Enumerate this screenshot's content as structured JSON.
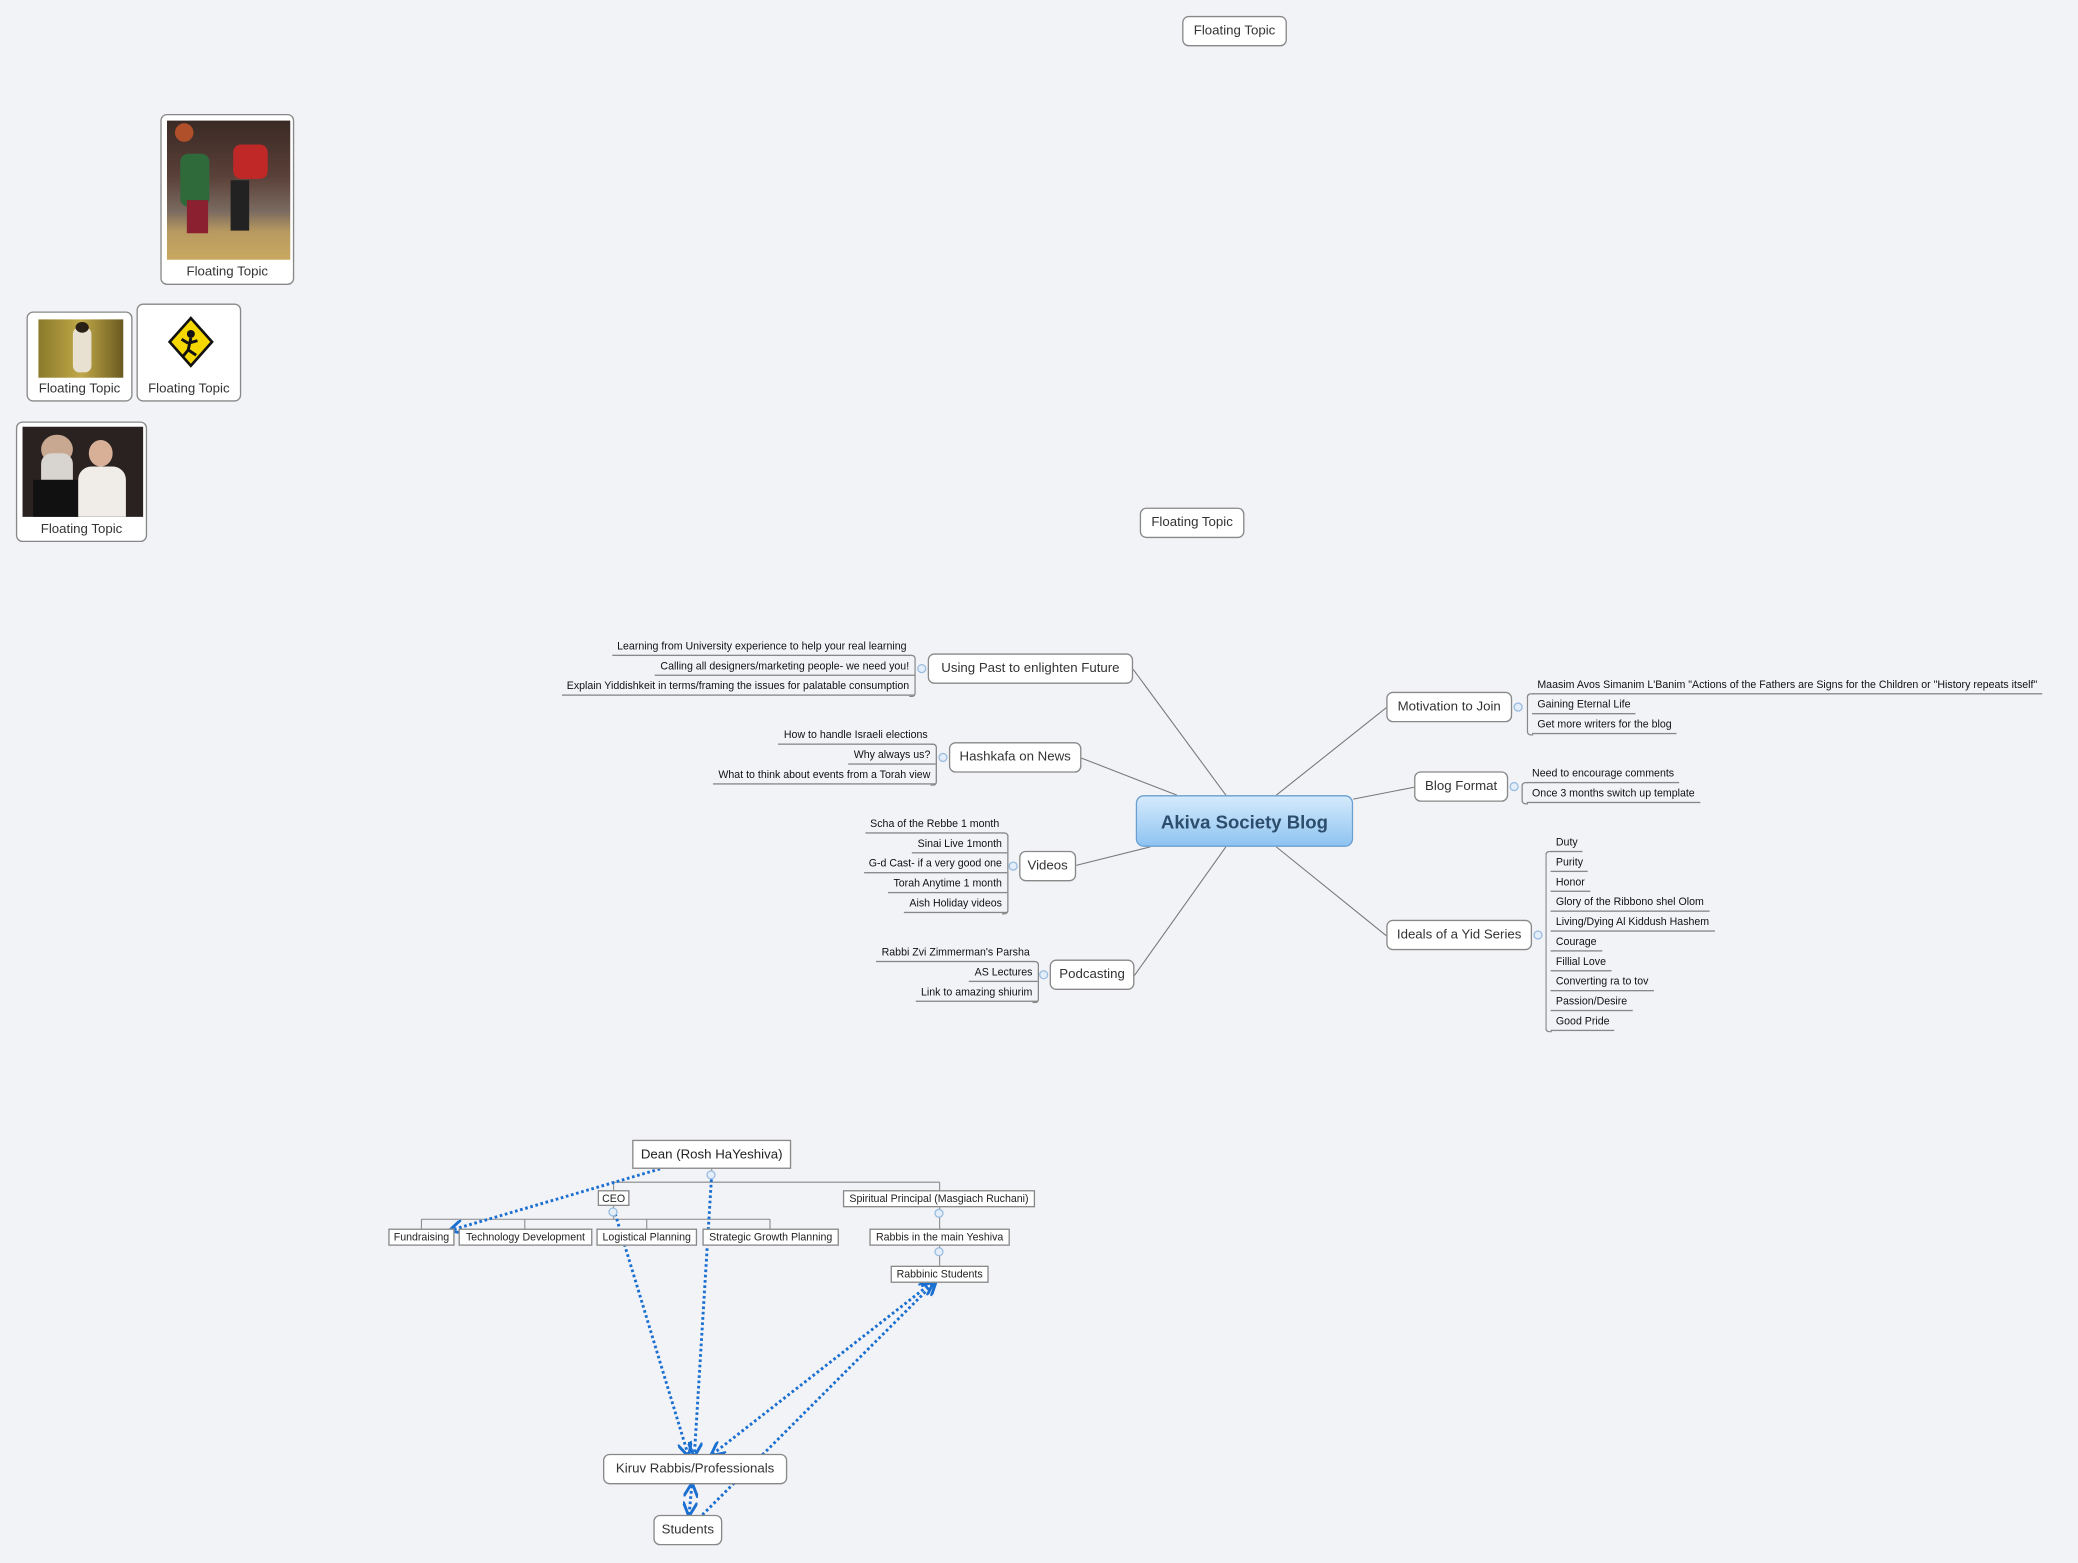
{
  "floating_topics": [
    "Floating Topic",
    "Floating Topic",
    "Floating Topic",
    "Floating Topic",
    "Floating Topic",
    "Floating Topic"
  ],
  "central": "Akiva Society Blog",
  "branches": {
    "past": {
      "label": "Using Past to enlighten Future",
      "children": [
        "Learning from University experience to help your real learning",
        "Calling all designers/marketing people- we need you!",
        "Explain Yiddishkeit in terms/framing the issues for palatable consumption"
      ]
    },
    "news": {
      "label": "Hashkafa on News",
      "children": [
        "How to handle Israeli elections",
        "Why always us?",
        "What to think about events from a Torah view"
      ]
    },
    "videos": {
      "label": "Videos",
      "children": [
        "Scha of the Rebbe 1 month",
        "Sinai Live 1month",
        "G-d Cast- if a very good one",
        "Torah Anytime 1 month",
        "Aish Holiday videos"
      ]
    },
    "podcast": {
      "label": "Podcasting",
      "children": [
        "Rabbi Zvi Zimmerman's Parsha",
        "AS Lectures",
        "Link to amazing shiurim"
      ]
    },
    "motivation": {
      "label": "Motivation to Join",
      "children": [
        "Maasim Avos Simanim L'Banim \"Actions of the Fathers are Signs for the Children or \"History repeats itself\"",
        "Gaining Eternal Life",
        "Get more writers for the blog"
      ]
    },
    "format": {
      "label": "Blog Format",
      "children": [
        "Need to encourage comments",
        "Once 3 months switch up template"
      ]
    },
    "ideals": {
      "label": "Ideals of a Yid Series",
      "children": [
        "Duty",
        "Purity",
        "Honor",
        "Glory of the Ribbono shel Olom",
        "Living/Dying Al Kiddush Hashem",
        "Courage",
        "Fillial Love",
        "Converting ra to tov",
        "Passion/Desire",
        "Good Pride"
      ]
    }
  },
  "org": {
    "dean": "Dean (Rosh HaYeshiva)",
    "ceo": "CEO",
    "spiritual": "Spiritual Principal (Masgiach Ruchani)",
    "fundraising": "Fundraising",
    "tech": "Technology Development",
    "logistics": "Logistical Planning",
    "strategic": "Strategic Growth Planning",
    "rabbis": "Rabbis in the main Yeshiva",
    "rabbinic": "Rabbinic Students",
    "kiruv": "Kiruv Rabbis/Professionals",
    "students": "Students"
  },
  "colors": {
    "relationship": "#1a6fd0",
    "central_top": "#d5eafc",
    "central_bottom": "#8ec4f1",
    "background": "#f2f3f7"
  }
}
